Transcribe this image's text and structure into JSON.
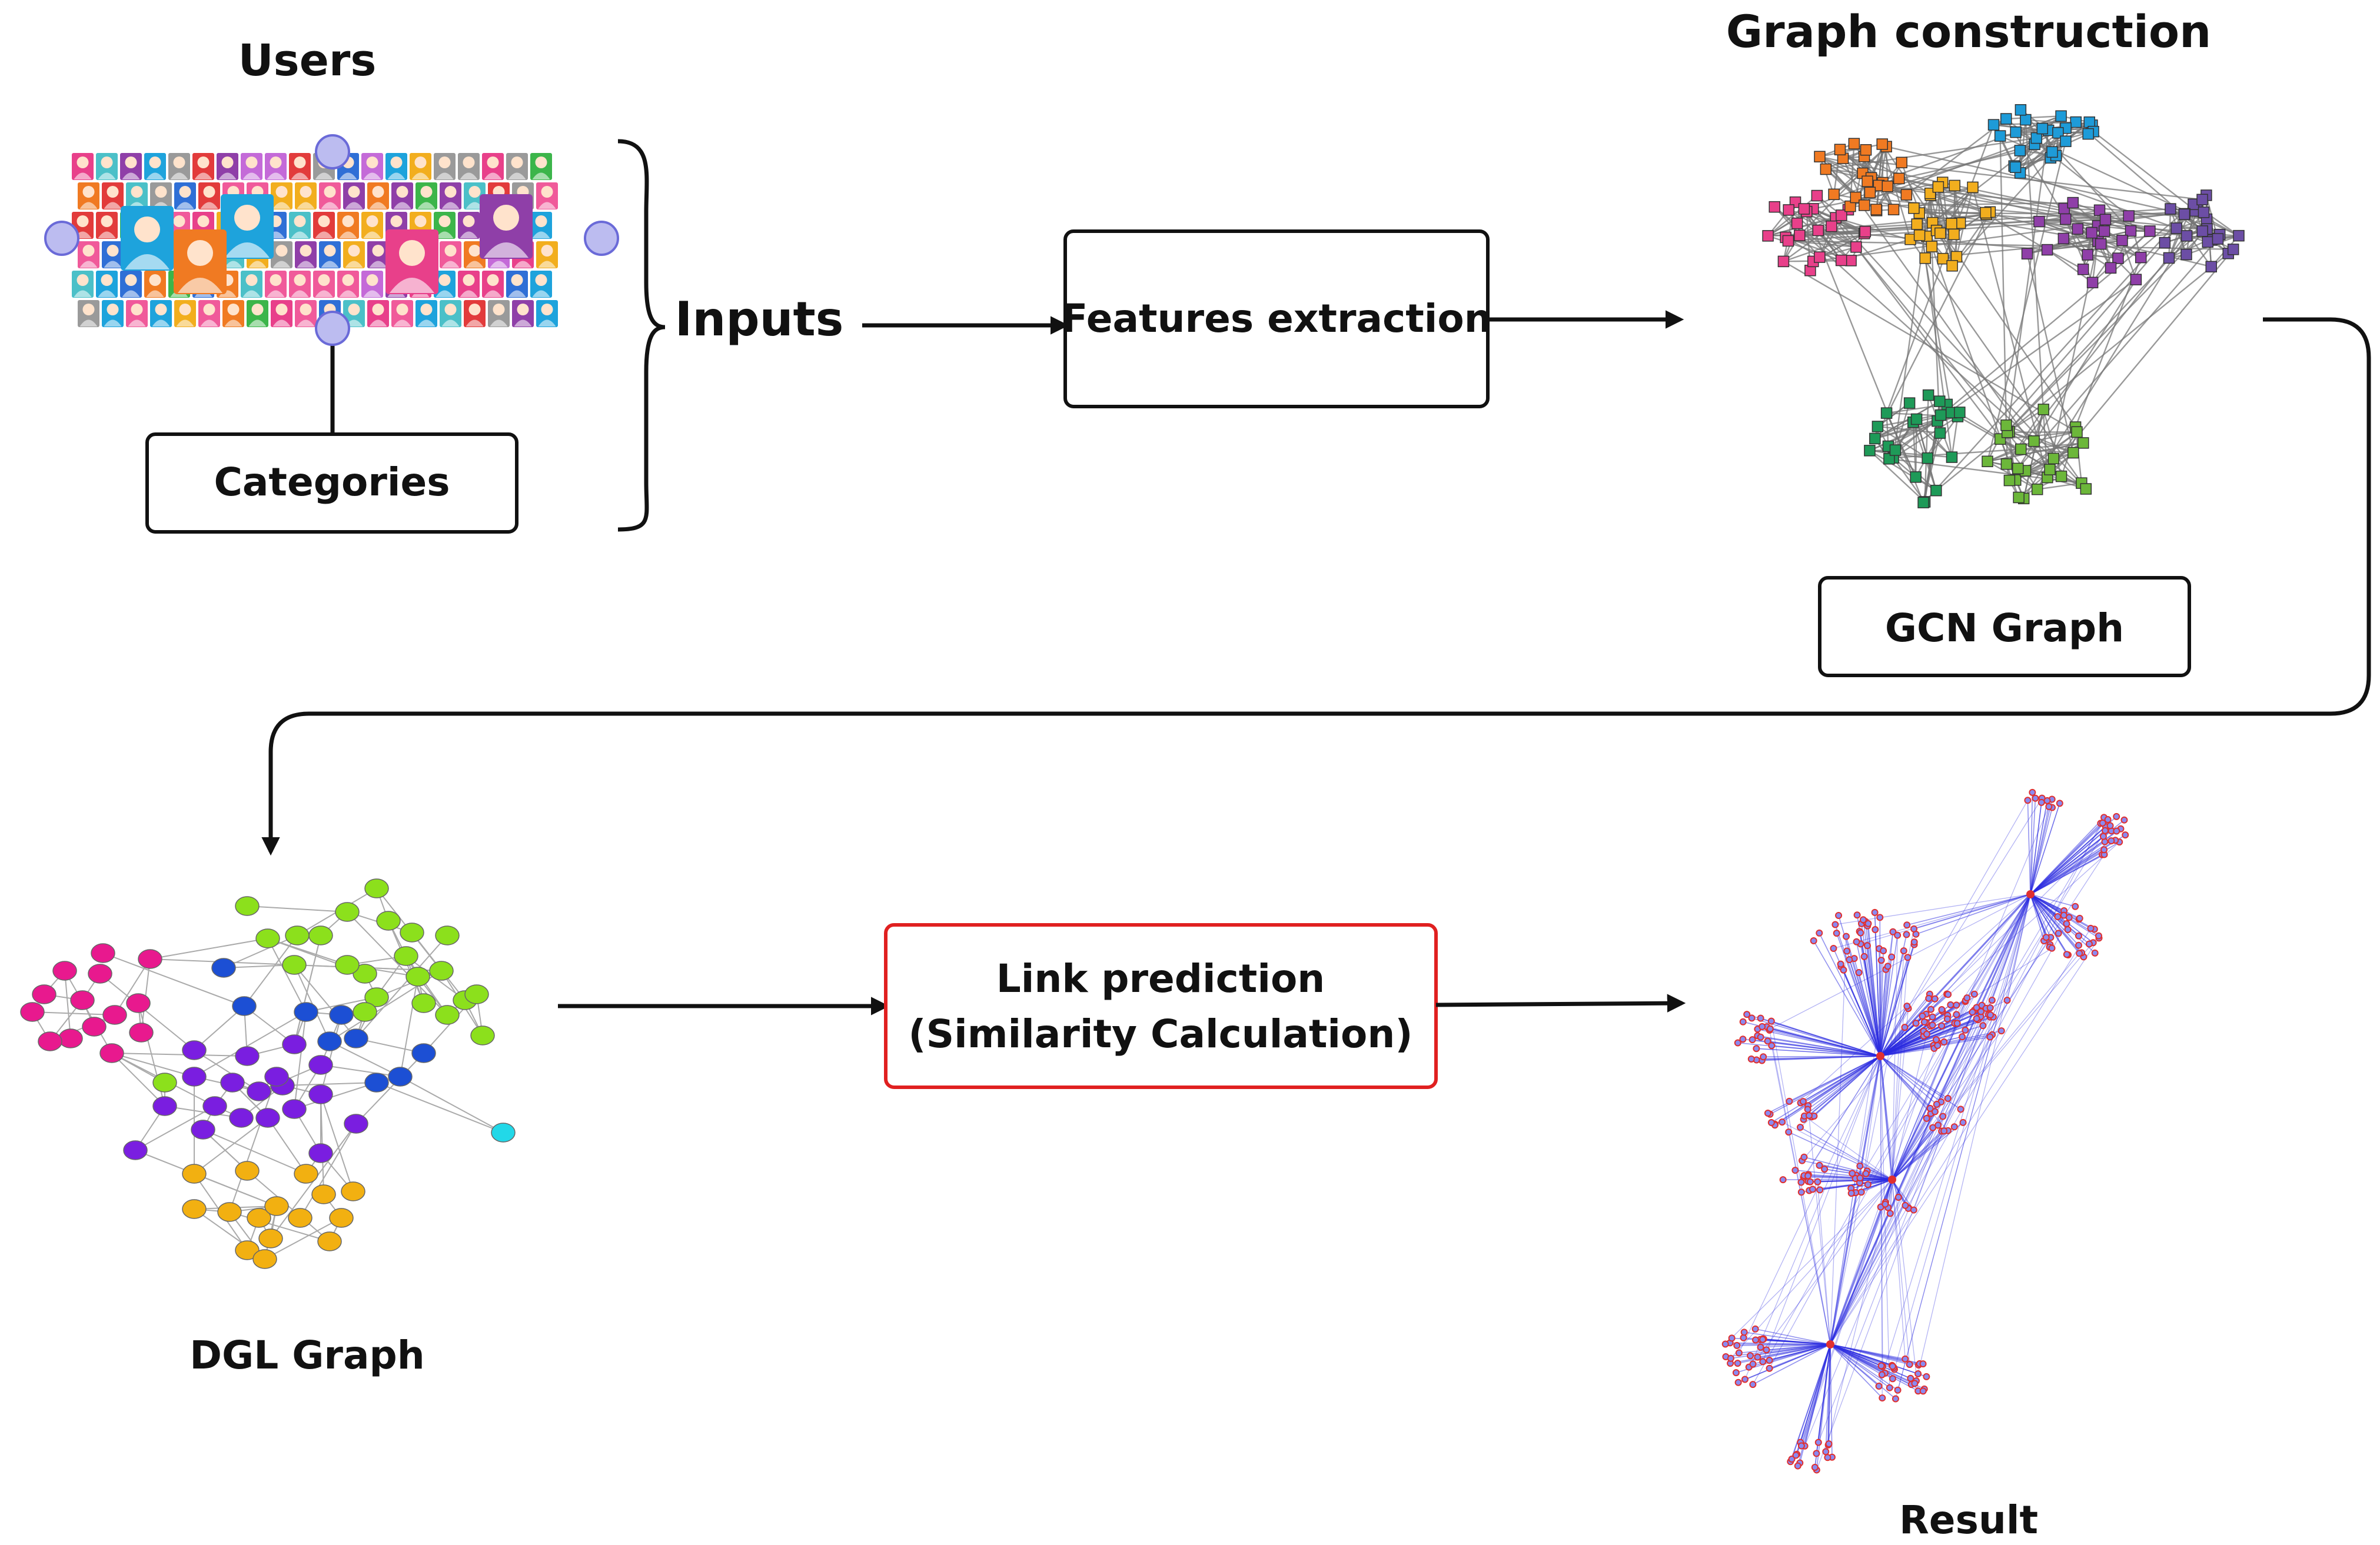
{
  "labels": {
    "users": "Users",
    "categories": "Categories",
    "inputs": "Inputs",
    "features": "Features extraction",
    "graph_construction": "Graph construction",
    "gcn": "GCN Graph",
    "dgl": "DGL Graph",
    "link_line1": "Link prediction",
    "link_line2": "(Similarity Calculation)",
    "result": "Result"
  },
  "colors": {
    "gcn_clusters": [
      "#e8408a",
      "#f07a22",
      "#f2ae1e",
      "#1e9bd8",
      "#8f3fa8",
      "#6c4ea5",
      "#1e9a58",
      "#6cb73a"
    ],
    "dgl_clusters": [
      "#e8198e",
      "#7a1ee0",
      "#f2b011",
      "#1c4fd4",
      "#8ce01c",
      "#22d8e8"
    ],
    "result_nodes": "#e03030",
    "result_edges": "#2a2ae0",
    "link_box_border": "#e02020"
  }
}
